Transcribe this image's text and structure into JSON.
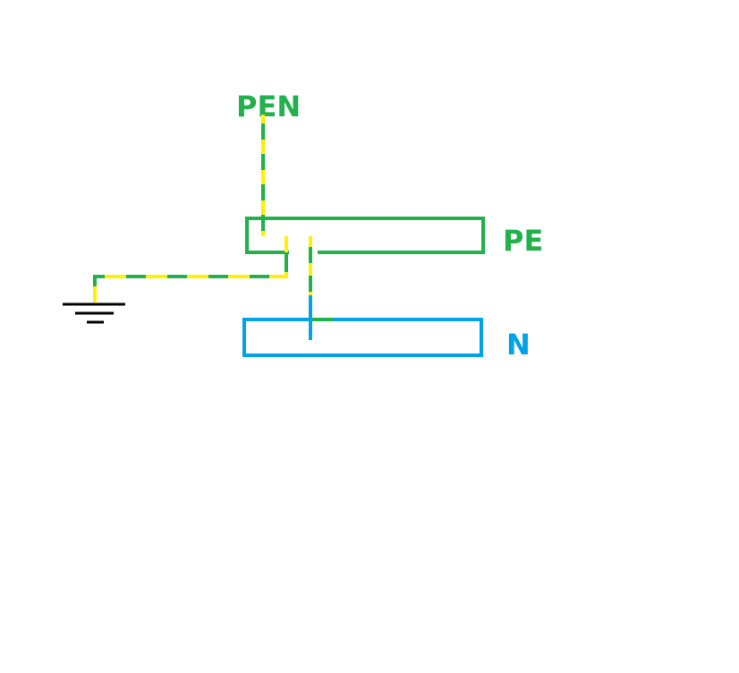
{
  "labels": {
    "pen": "PEN",
    "pe": "PE",
    "n": "N"
  },
  "colors": {
    "green": "#22b14c",
    "yellow": "#fff200",
    "blue": "#00a2e8",
    "black": "#000000",
    "background": "#ffffff"
  },
  "components": {
    "pe_busbar": "rectangle",
    "n_busbar": "rectangle",
    "ground_symbol": "earth-ground"
  }
}
